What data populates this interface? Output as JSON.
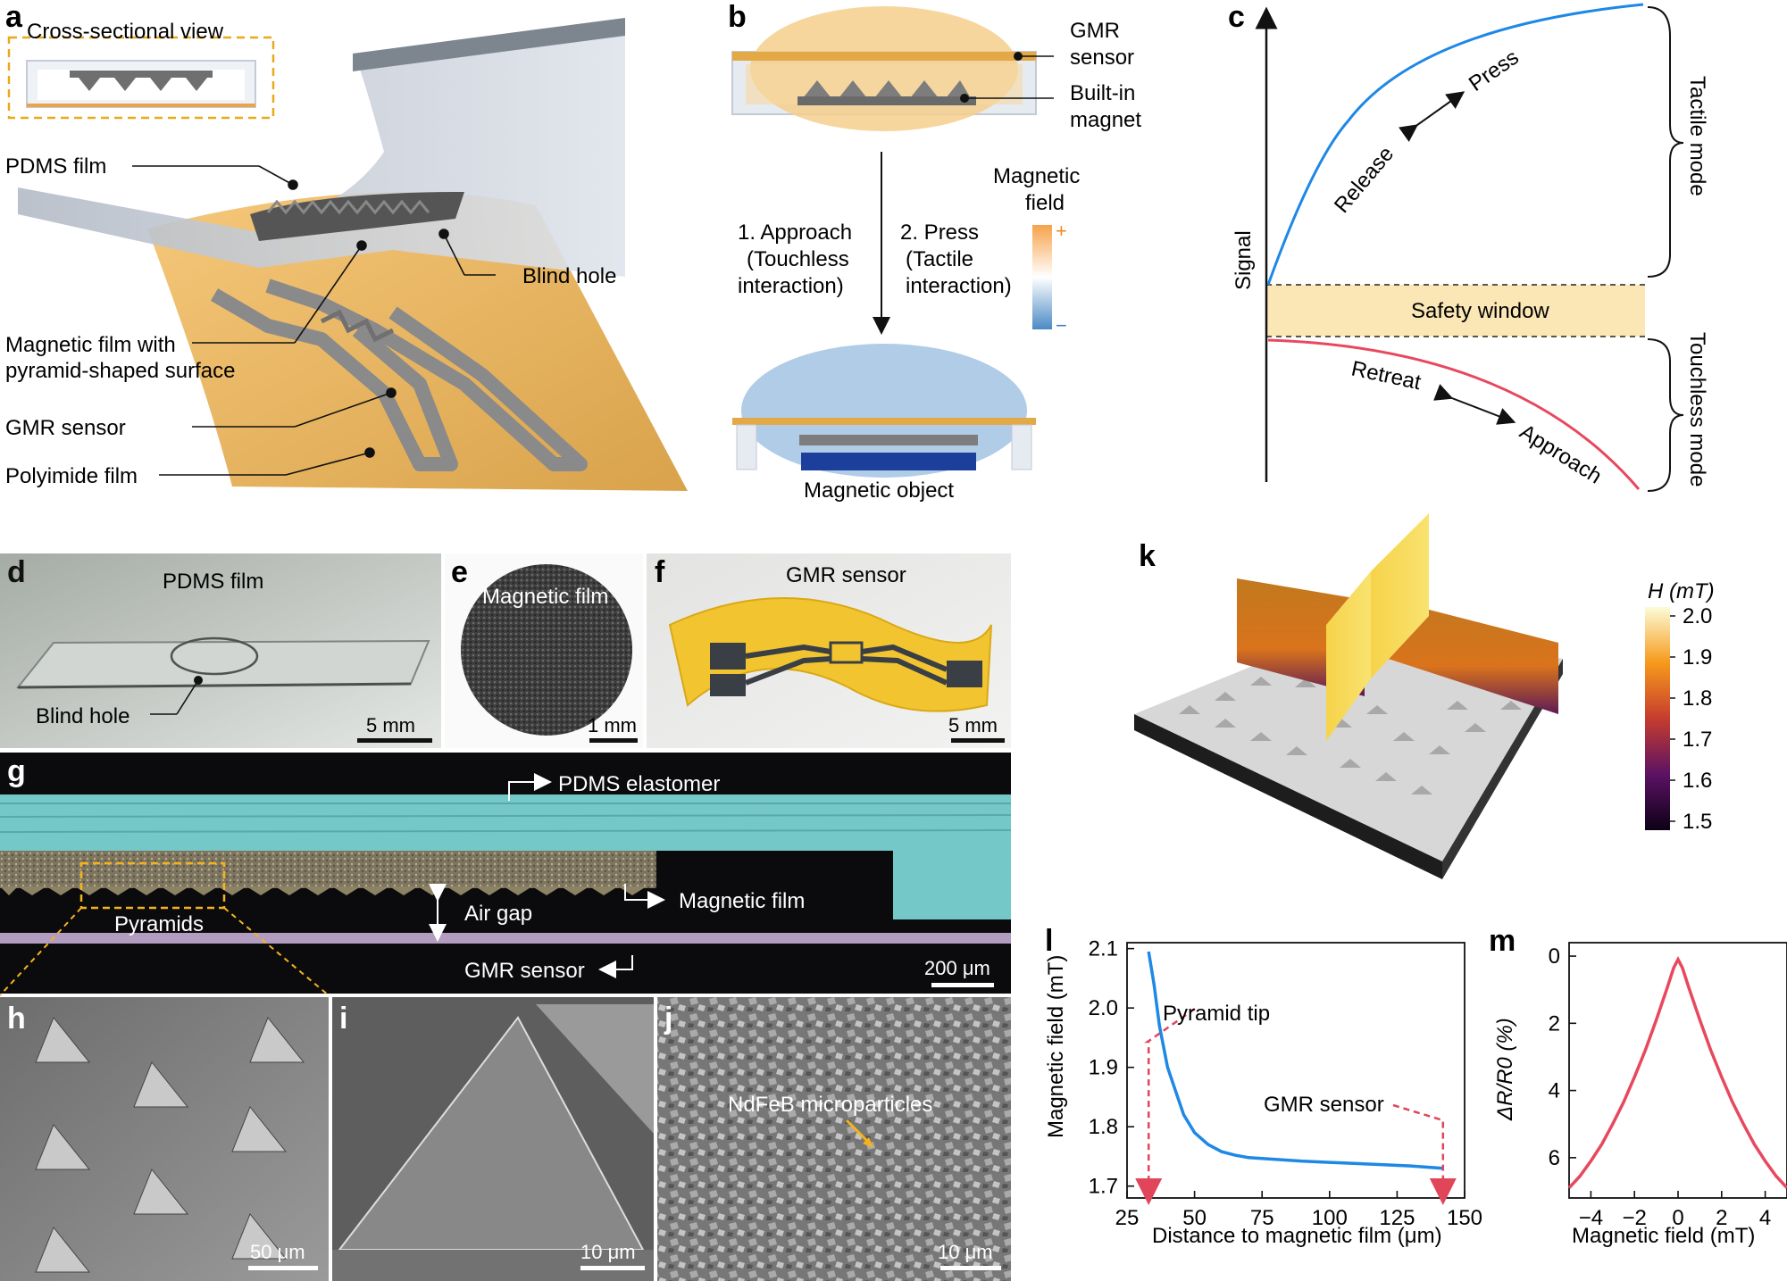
{
  "panels": {
    "a": {
      "letter": "a",
      "inset_title": "Cross-sectional view",
      "labels": [
        "PDMS film",
        "Blind hole",
        "Magnetic film with",
        "pyramid-shaped surface",
        "GMR sensor",
        "Polyimide film"
      ]
    },
    "b": {
      "letter": "b",
      "gmr": [
        "GMR",
        "sensor"
      ],
      "magnet": [
        "Built-in",
        "magnet"
      ],
      "step1": [
        "1. Approach",
        "(Touchless",
        "interaction)"
      ],
      "step2": [
        "2. Press",
        "(Tactile",
        "interaction)"
      ],
      "field": [
        "Magnetic",
        "field"
      ],
      "plus": "+",
      "minus": "−",
      "object": "Magnetic object"
    },
    "c": {
      "letter": "c",
      "ylabel": "Signal",
      "press": "Press",
      "release": "Release",
      "safety": "Safety window",
      "retreat": "Retreat",
      "approach": "Approach",
      "tactile_mode": "Tactile mode",
      "touchless_mode": "Touchless mode"
    },
    "d": {
      "letter": "d",
      "title": "PDMS film",
      "callout": "Blind hole",
      "scale": "5 mm"
    },
    "e": {
      "letter": "e",
      "title": "Magnetic film",
      "scale": "1 mm"
    },
    "f": {
      "letter": "f",
      "title": "GMR sensor",
      "scale": "5 mm"
    },
    "g": {
      "letter": "g",
      "pdms": "PDMS elastomer",
      "magfilm": "Magnetic film",
      "airgap": "Air gap",
      "pyramids": "Pyramids",
      "gmr": "GMR sensor",
      "scale": "200 μm"
    },
    "h": {
      "letter": "h",
      "scale": "50 μm"
    },
    "i": {
      "letter": "i",
      "scale": "10 μm"
    },
    "j": {
      "letter": "j",
      "callout": "NdFeB microparticles",
      "scale": "10 μm"
    },
    "k": {
      "letter": "k",
      "colorbar_title": "H (mT)",
      "colorbar_ticks": [
        "2.0",
        "1.9",
        "1.8",
        "1.7",
        "1.6",
        "1.5"
      ]
    },
    "l": {
      "letter": "l",
      "annot_tip": "Pyramid tip",
      "annot_gmr": "GMR sensor"
    },
    "m": {
      "letter": "m"
    }
  },
  "colors": {
    "blue_curve": "#1e88e5",
    "red_curve": "#e8485e",
    "safety": "#fbe7b5",
    "dashed_red": "#e0455a",
    "pdms_cyan": "#74c8c8"
  },
  "chart_data": [
    {
      "type": "line",
      "panel": "c",
      "ylabel": "Signal",
      "series": [
        {
          "name": "Tactile mode",
          "values_description": "increasing signal above safety window"
        },
        {
          "name": "Touchless mode",
          "values_description": "decreasing signal below safety window"
        }
      ]
    },
    {
      "type": "line",
      "panel": "l",
      "xlabel": "Distance to magnetic film (μm)",
      "ylabel": "Magnetic field (mT)",
      "xlim": [
        25,
        150
      ],
      "ylim": [
        1.68,
        2.11
      ],
      "xticks": [
        "25",
        "50",
        "75",
        "100",
        "125",
        "150"
      ],
      "yticks": [
        "1.7",
        "1.8",
        "1.9",
        "2.0",
        "2.1"
      ],
      "x": [
        33,
        35,
        37,
        40,
        43,
        46,
        50,
        55,
        60,
        65,
        70,
        80,
        90,
        100,
        110,
        120,
        130,
        142
      ],
      "y": [
        2.095,
        2.04,
        1.97,
        1.9,
        1.86,
        1.82,
        1.79,
        1.77,
        1.758,
        1.752,
        1.748,
        1.745,
        1.742,
        1.74,
        1.738,
        1.736,
        1.734,
        1.73
      ]
    },
    {
      "type": "line",
      "panel": "m",
      "xlabel": "Magnetic field (mT)",
      "ylabel": "ΔR/R0 (%)",
      "xlim": [
        -5,
        5
      ],
      "ylim": [
        7.2,
        -0.4
      ],
      "xticks": [
        "−4",
        "−2",
        "0",
        "2",
        "4"
      ],
      "yticks": [
        "0",
        "2",
        "4",
        "6"
      ],
      "x": [
        -5,
        -4.5,
        -4,
        -3.5,
        -3,
        -2.5,
        -2,
        -1.5,
        -1,
        -0.5,
        -0.2,
        0,
        0.2,
        0.5,
        1,
        1.5,
        2,
        2.5,
        3,
        3.5,
        4,
        4.5,
        5
      ],
      "y": [
        6.9,
        6.55,
        6.1,
        5.6,
        5.0,
        4.35,
        3.6,
        2.8,
        1.9,
        0.95,
        0.35,
        0.1,
        0.35,
        0.95,
        1.9,
        2.8,
        3.6,
        4.35,
        5.0,
        5.6,
        6.1,
        6.55,
        6.9
      ]
    }
  ]
}
